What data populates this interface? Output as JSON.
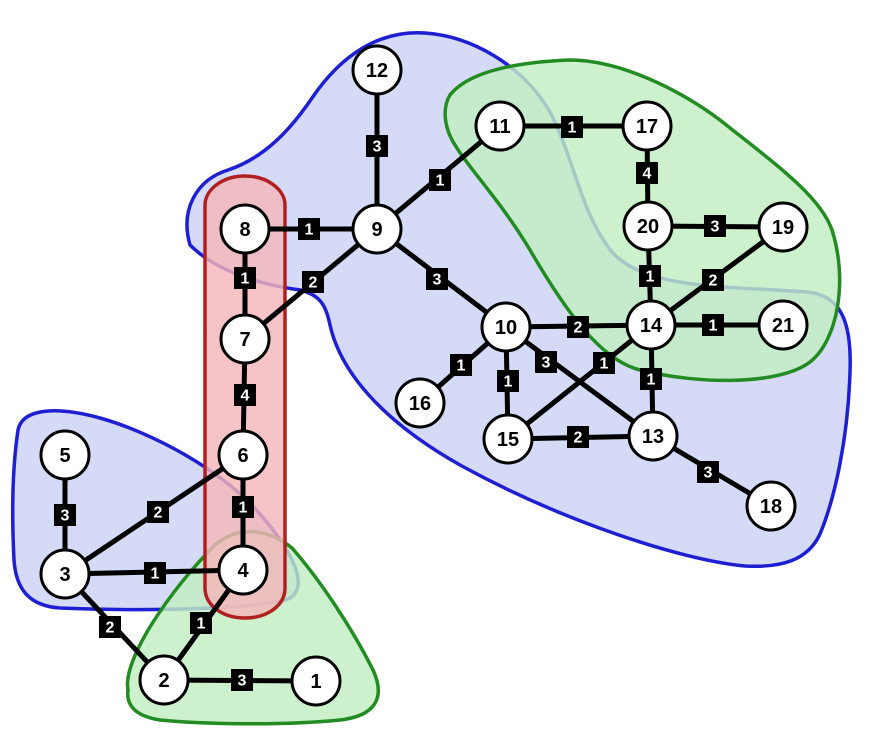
{
  "colors": {
    "blue_region": {
      "fill": "#ccd2f4",
      "stroke": "#1e1ed2"
    },
    "green_region": {
      "fill": "#c2eec2",
      "stroke": "#228b22"
    },
    "red_region": {
      "fill": "#f4b6ba",
      "stroke": "#b02020"
    },
    "edge": "#000000",
    "node_fill": "#ffffff",
    "weight_box": "#000000",
    "weight_text": "#ffffff"
  },
  "regions": [
    {
      "id": "blue-large",
      "color": "blue"
    },
    {
      "id": "blue-small",
      "color": "blue"
    },
    {
      "id": "green-right",
      "color": "green"
    },
    {
      "id": "green-bottom",
      "color": "green"
    },
    {
      "id": "red-column",
      "color": "red"
    }
  ],
  "nodes": [
    {
      "id": 1,
      "label": "1"
    },
    {
      "id": 2,
      "label": "2"
    },
    {
      "id": 3,
      "label": "3"
    },
    {
      "id": 4,
      "label": "4"
    },
    {
      "id": 5,
      "label": "5"
    },
    {
      "id": 6,
      "label": "6"
    },
    {
      "id": 7,
      "label": "7"
    },
    {
      "id": 8,
      "label": "8"
    },
    {
      "id": 9,
      "label": "9"
    },
    {
      "id": 10,
      "label": "10"
    },
    {
      "id": 11,
      "label": "11"
    },
    {
      "id": 12,
      "label": "12"
    },
    {
      "id": 13,
      "label": "13"
    },
    {
      "id": 14,
      "label": "14"
    },
    {
      "id": 15,
      "label": "15"
    },
    {
      "id": 16,
      "label": "16"
    },
    {
      "id": 17,
      "label": "17"
    },
    {
      "id": 18,
      "label": "18"
    },
    {
      "id": 19,
      "label": "19"
    },
    {
      "id": 20,
      "label": "20"
    },
    {
      "id": 21,
      "label": "21"
    }
  ],
  "edges": [
    {
      "from": 12,
      "to": 9,
      "weight": "3"
    },
    {
      "from": 8,
      "to": 9,
      "weight": "1"
    },
    {
      "from": 9,
      "to": 11,
      "weight": "1"
    },
    {
      "from": 9,
      "to": 7,
      "weight": "2"
    },
    {
      "from": 9,
      "to": 10,
      "weight": "3"
    },
    {
      "from": 11,
      "to": 17,
      "weight": "1"
    },
    {
      "from": 17,
      "to": 20,
      "weight": "4"
    },
    {
      "from": 20,
      "to": 19,
      "weight": "3"
    },
    {
      "from": 20,
      "to": 14,
      "weight": "1"
    },
    {
      "from": 19,
      "to": 14,
      "weight": "2"
    },
    {
      "from": 14,
      "to": 21,
      "weight": "1"
    },
    {
      "from": 10,
      "to": 14,
      "weight": "2"
    },
    {
      "from": 10,
      "to": 16,
      "weight": "1"
    },
    {
      "from": 10,
      "to": 15,
      "weight": "1"
    },
    {
      "from": 10,
      "to": 13,
      "weight": "3"
    },
    {
      "from": 15,
      "to": 14,
      "weight": "1"
    },
    {
      "from": 14,
      "to": 13,
      "weight": "1"
    },
    {
      "from": 15,
      "to": 13,
      "weight": "2"
    },
    {
      "from": 13,
      "to": 18,
      "weight": "3"
    },
    {
      "from": 8,
      "to": 7,
      "weight": "1"
    },
    {
      "from": 7,
      "to": 6,
      "weight": "4"
    },
    {
      "from": 6,
      "to": 4,
      "weight": "1"
    },
    {
      "from": 6,
      "to": 3,
      "weight": "2"
    },
    {
      "from": 5,
      "to": 3,
      "weight": "3"
    },
    {
      "from": 3,
      "to": 4,
      "weight": "1"
    },
    {
      "from": 3,
      "to": 2,
      "weight": "2"
    },
    {
      "from": 4,
      "to": 2,
      "weight": "1"
    },
    {
      "from": 2,
      "to": 1,
      "weight": "3"
    }
  ]
}
